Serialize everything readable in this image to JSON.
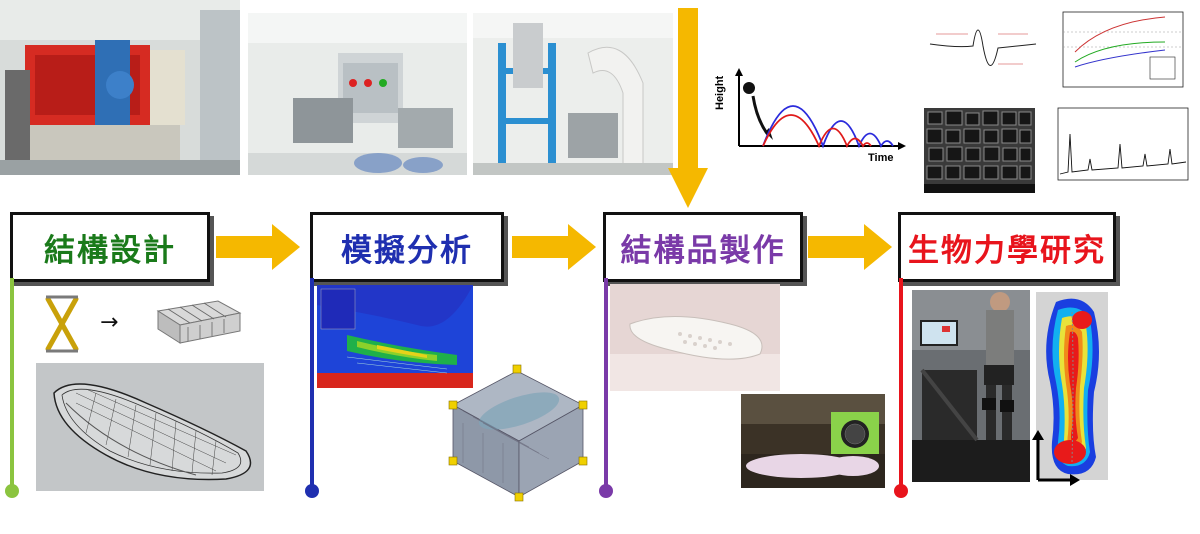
{
  "stages": [
    {
      "label": "結構設計",
      "color": "#1a7a1a",
      "line_color": "#8bc43f"
    },
    {
      "label": "模擬分析",
      "color": "#1f2fb0",
      "line_color": "#1f2fb0"
    },
    {
      "label": "結構品製作",
      "color": "#7a3aa8",
      "line_color": "#7a3aa8"
    },
    {
      "label": "生物力學研究",
      "color": "#e8141c",
      "line_color": "#e8141c"
    }
  ],
  "arrow_color": "#f5b800",
  "bounce_chart": {
    "ylabel": "Height",
    "xlabel": "Time",
    "series_colors": [
      "#2b2bdc",
      "#e01a1a"
    ]
  },
  "icons": {
    "lattice_arrow": "→",
    "foot_axis": "foot-pressure-axis-icon"
  }
}
